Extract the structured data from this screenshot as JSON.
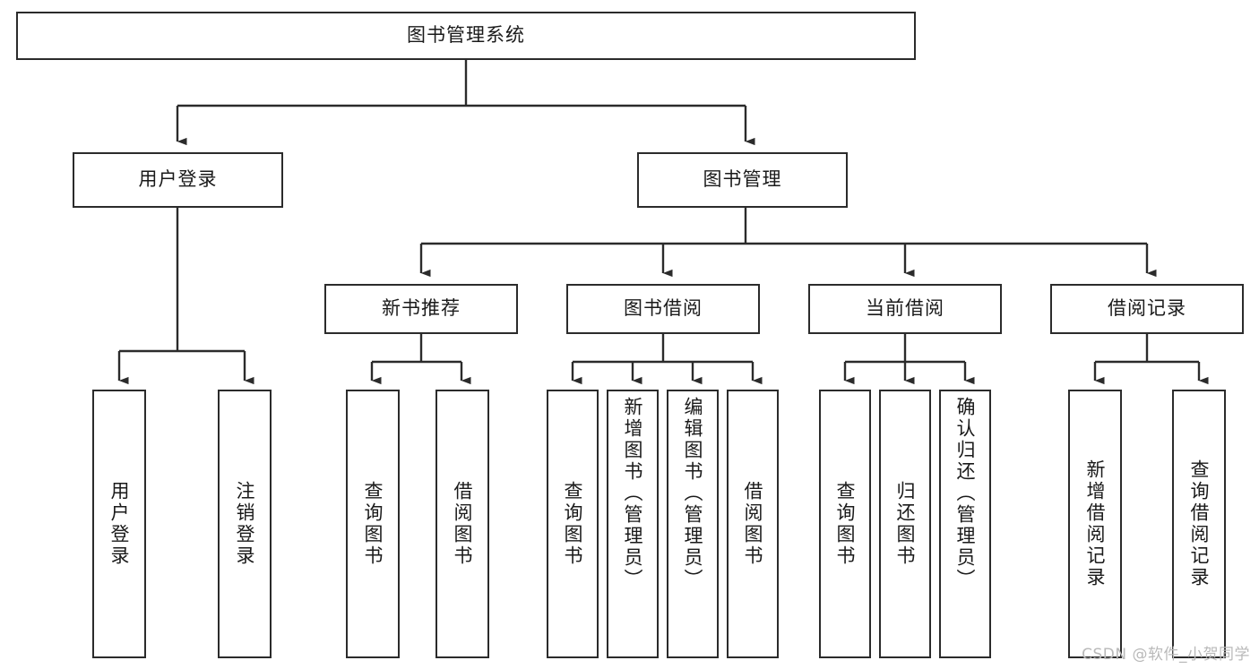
{
  "diagram": {
    "title": "图书管理系统",
    "type": "tree-hierarchy",
    "style": {
      "box_border": "#2b2b2b",
      "box_fill": "#ffffff",
      "line": "#2b2b2b",
      "text": "#1a1a1a"
    }
  },
  "root": {
    "label": "图书管理系统"
  },
  "level2": [
    {
      "label": "用户登录"
    },
    {
      "label": "图书管理"
    }
  ],
  "level3": [
    {
      "label": "新书推荐"
    },
    {
      "label": "图书借阅"
    },
    {
      "label": "当前借阅"
    },
    {
      "label": "借阅记录"
    }
  ],
  "leaves": {
    "user_login": [
      {
        "label": "用户登录"
      },
      {
        "label": "注销登录"
      }
    ],
    "new_book": [
      {
        "label": "查询图书"
      },
      {
        "label": "借阅图书"
      }
    ],
    "borrow": [
      {
        "label": "查询图书"
      },
      {
        "label": "新增图书（管理员）"
      },
      {
        "label": "编辑图书（管理员）"
      },
      {
        "label": "借阅图书"
      }
    ],
    "current": [
      {
        "label": "查询图书"
      },
      {
        "label": "归还图书"
      },
      {
        "label": "确认归还（管理员）"
      }
    ],
    "records": [
      {
        "label": "新增借阅记录"
      },
      {
        "label": "查询借阅记录"
      }
    ]
  },
  "watermark": {
    "text": "CSDN @软件_小贺同学"
  }
}
